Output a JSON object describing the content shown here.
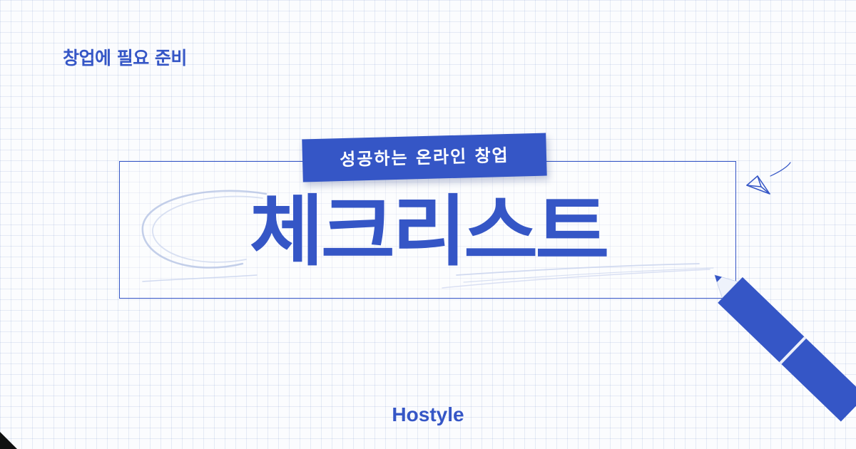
{
  "header": {
    "label": "창업에 필요 준비"
  },
  "ribbon": {
    "text": "성공하는 온라인 창업"
  },
  "main": {
    "title": "체크리스트"
  },
  "footer": {
    "brand": "Hostyle"
  },
  "colors": {
    "accent": "#3556c6",
    "grid": "#dde4f1",
    "background": "#fbfcfe"
  },
  "icons": [
    "pen-icon",
    "paper-plane-icon",
    "corner-triangle-icon"
  ]
}
